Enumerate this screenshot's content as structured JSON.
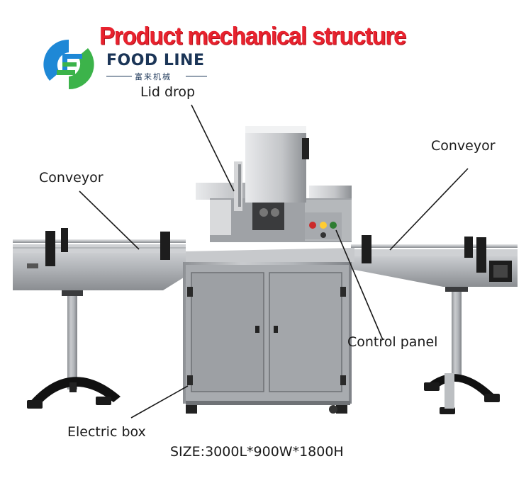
{
  "title": "Product mechanical structure",
  "brand": {
    "name": "FOOD LINE",
    "subtitle": "富来机械",
    "logo_icon": "food-line-logo",
    "colors": {
      "blue": "#1e88d6",
      "green": "#3cb34a",
      "navy": "#1b3557"
    }
  },
  "labels": {
    "lid_drop": "Lid drop",
    "conveyor_left": "Conveyor",
    "conveyor_right": "Conveyor",
    "control_panel": "Control panel",
    "electric_box": "Electric box"
  },
  "size_text": "SIZE:3000L*900W*1800H",
  "colors": {
    "title_red": "#e8222e",
    "steel": "#b9bcc0",
    "dark": "#1c1c1c"
  }
}
